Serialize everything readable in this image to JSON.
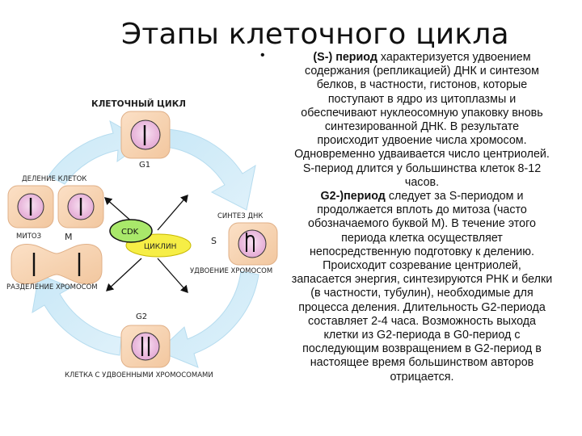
{
  "title": "Этапы клеточного цикла",
  "bullet": "•",
  "diagram": {
    "heading": "КЛЕТОЧНЫЙ ЦИКЛ",
    "g1": "G1",
    "cell_division": "ДЕЛЕНИЕ КЛЕТОК",
    "mitosis": "МИТОЗ",
    "m": "M",
    "cdk": "CDK",
    "cyclin": "ЦИКЛИН",
    "s": "S",
    "dna_synthesis": "СИНТЕЗ ДНК",
    "chromosome_doubling": "УДВОЕНИЕ ХРОМОСОМ",
    "chromosome_separation": "РАЗДЕЛЕНИЕ ХРОМОСОМ",
    "g2": "G2",
    "doubled_cell": "КЛЕТКА С УДВОЕННЫМИ ХРОМОСОМАМИ"
  },
  "text": {
    "p1_bold": "(S-) период",
    "p1_l1": " характеризуется удвоением",
    "p1_l2": "содержания (репликацией) ДНК и синтезом",
    "p1_l3": "белков, в частности, гистонов, которые",
    "p1_l4": "поступают в ядро из цитоплазмы и",
    "p1_l5": "обеспечивают нуклеосомную упаковку вновь",
    "p1_l6": "синтезированной ДНК. В результате",
    "p1_l7": "происходит удвоение числа хромосом.",
    "p1_l8": "Одновременно удваивается число центриолей.",
    "p1_l9": "S-период длится у большинства клеток 8-12",
    "p1_l10": "часов.",
    "p2_bold": "G2-)период",
    "p2_l1": " следует за S-периодом и",
    "p2_l2": "продолжается вплоть до митоза (часто",
    "p2_l3": "обозначаемого буквой М). В течение этого",
    "p2_l4": "периода клетка осуществляет",
    "p2_l5": "непосредственную подготовку к делению.",
    "p2_l6": "Происходит созревание центриолей,",
    "p2_l7": "запасается энергия, синтезируются РНК и белки",
    "p2_l8": "(в частности, тубулин), необходимые для",
    "p2_l9": "процесса деления. Длительность G2-периода",
    "p2_l10": "составляет 2-4 часа. Возможность выхода",
    "p2_l11": "клетки из G2-периода в G0-период с",
    "p2_l12": "последующим возвращением в G2-период в",
    "p2_l13": "настоящее время большинством авторов",
    "p2_l14": "отрицается."
  }
}
